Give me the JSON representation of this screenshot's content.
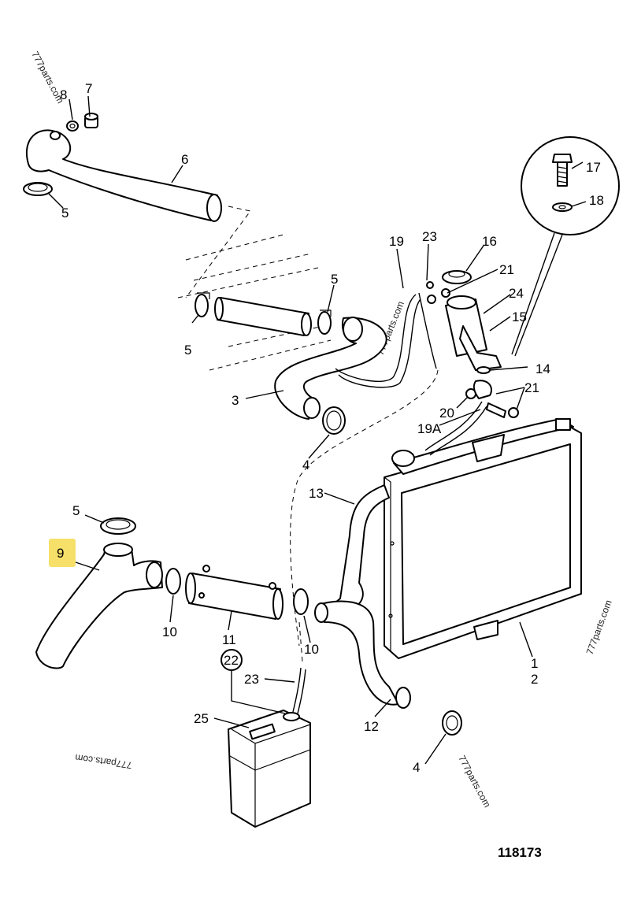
{
  "diagram": {
    "figure_number": "118173",
    "highlight_color": "#f6e06a",
    "watermarks": [
      "777parts.com",
      "777parts.com",
      "777parts.com",
      "777parts.com",
      "777parts.com"
    ],
    "callouts": {
      "c1": "1",
      "c2": "2",
      "c3": "3",
      "c4a": "4",
      "c4b": "4",
      "c5a": "5",
      "c5b": "5",
      "c5c": "5",
      "c5d": "5",
      "c6": "6",
      "c7": "7",
      "c8": "8",
      "c9": "9",
      "c10a": "10",
      "c10b": "10",
      "c11": "11",
      "c12": "12",
      "c13": "13",
      "c14": "14",
      "c15": "15",
      "c16": "16",
      "c17": "17",
      "c18": "18",
      "c19": "19",
      "c19a": "19A",
      "c20": "20",
      "c21a": "21",
      "c21b": "21",
      "c22": "22",
      "c23a": "23",
      "c23b": "23",
      "c24": "24",
      "c25": "25"
    }
  }
}
